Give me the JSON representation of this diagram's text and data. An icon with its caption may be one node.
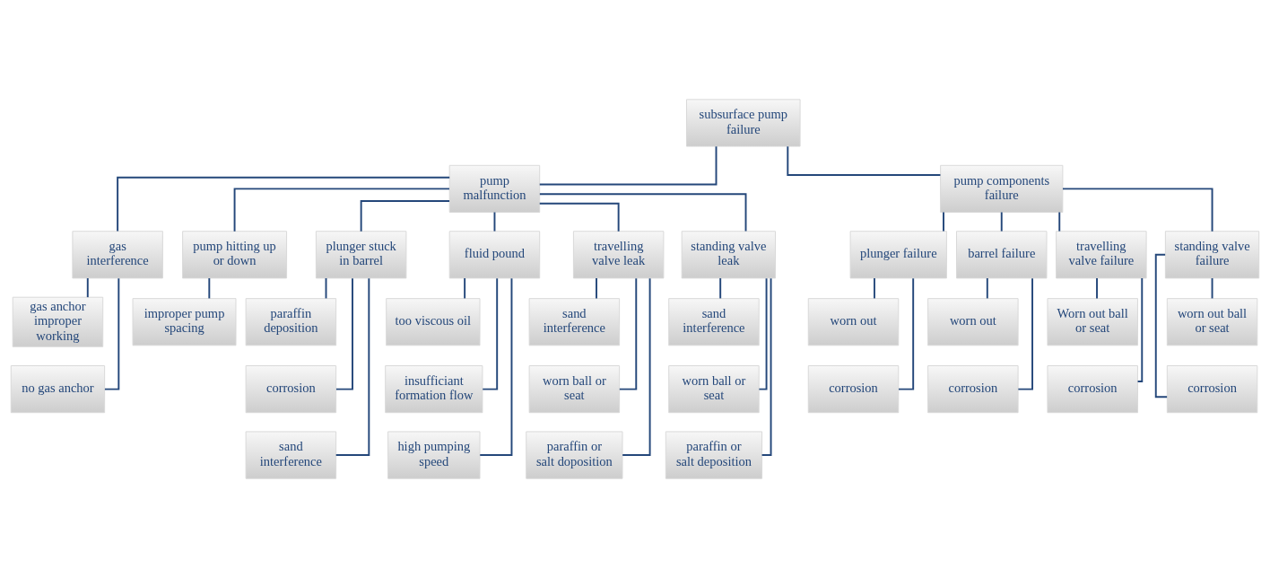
{
  "diagram": {
    "nodes": [
      {
        "text": [
          "subsurface pump failure"
        ]
      },
      {
        "text": [
          "pump malfunction"
        ]
      },
      {
        "text": [
          "pump components failure"
        ]
      },
      {
        "text": [
          "gas interference"
        ]
      },
      {
        "text": [
          "pump hitting up or down"
        ]
      },
      {
        "text": [
          "plunger stuck in barrel"
        ]
      },
      {
        "text": [
          "fluid pound"
        ]
      },
      {
        "text": [
          "travelling valve leak"
        ]
      },
      {
        "text": [
          "standing valve leak"
        ]
      },
      {
        "text": [
          "plunger failure"
        ]
      },
      {
        "text": [
          "barrel failure"
        ]
      },
      {
        "text": [
          "travelling valve failure"
        ]
      },
      {
        "text": [
          "standing valve failure"
        ]
      },
      {
        "text": [
          "gas anchor improper working"
        ]
      },
      {
        "text": [
          "no gas anchor"
        ]
      },
      {
        "text": [
          "improper pump spacing"
        ]
      },
      {
        "text": [
          "paraffin deposition"
        ]
      },
      {
        "text": [
          "corrosion"
        ]
      },
      {
        "text": [
          "sand interference"
        ]
      },
      {
        "text": [
          "too viscous oil"
        ]
      },
      {
        "text": [
          "insufficiant formation flow"
        ]
      },
      {
        "text": [
          "high pumping speed"
        ]
      },
      {
        "text": [
          "sand interference"
        ]
      },
      {
        "text": [
          "worn ball or seat"
        ]
      },
      {
        "text": [
          "paraffin or salt doposition"
        ]
      },
      {
        "text": [
          "sand interference"
        ]
      },
      {
        "text": [
          "worn ball or seat"
        ]
      },
      {
        "text": [
          "paraffin or salt deposition"
        ]
      },
      {
        "text": [
          "worn out"
        ]
      },
      {
        "text": [
          "corrosion"
        ]
      },
      {
        "text": [
          "worn out"
        ]
      },
      {
        "text": [
          "corrosion"
        ]
      },
      {
        "text": [
          "Worn out ball or seat"
        ]
      },
      {
        "text": [
          "corrosion"
        ]
      },
      {
        "text": [
          "worn out ball or seat"
        ]
      },
      {
        "text": [
          "corrosion"
        ]
      }
    ],
    "edges": [
      {
        "from": 0,
        "to": 1,
        "arrow": "none"
      },
      {
        "from": 0,
        "to": 2,
        "arrow": "none"
      },
      {
        "from": 1,
        "to": 3,
        "arrow": "none"
      },
      {
        "from": 1,
        "to": 4,
        "arrow": "none"
      },
      {
        "from": 1,
        "to": 5,
        "arrow": "none"
      },
      {
        "from": 1,
        "to": 6,
        "arrow": "none"
      },
      {
        "from": 1,
        "to": 7,
        "arrow": "none"
      },
      {
        "from": 1,
        "to": 8,
        "arrow": "none"
      },
      {
        "from": 2,
        "to": 9,
        "arrow": "none"
      },
      {
        "from": 2,
        "to": 10,
        "arrow": "none"
      },
      {
        "from": 2,
        "to": 11,
        "arrow": "none"
      },
      {
        "from": 2,
        "to": 12,
        "arrow": "none"
      },
      {
        "from": 3,
        "to": 13,
        "arrow": "none"
      },
      {
        "from": 3,
        "to": 14,
        "arrow": "none"
      },
      {
        "from": 4,
        "to": 15,
        "arrow": "none"
      },
      {
        "from": 5,
        "to": 16,
        "arrow": "none"
      },
      {
        "from": 5,
        "to": 17,
        "arrow": "none"
      },
      {
        "from": 5,
        "to": 18,
        "arrow": "none"
      },
      {
        "from": 6,
        "to": 19,
        "arrow": "none"
      },
      {
        "from": 6,
        "to": 20,
        "arrow": "none"
      },
      {
        "from": 6,
        "to": 21,
        "arrow": "none"
      },
      {
        "from": 7,
        "to": 22,
        "arrow": "none"
      },
      {
        "from": 7,
        "to": 23,
        "arrow": "none"
      },
      {
        "from": 7,
        "to": 24,
        "arrow": "none"
      },
      {
        "from": 8,
        "to": 25,
        "arrow": "none"
      },
      {
        "from": 8,
        "to": 26,
        "arrow": "none"
      },
      {
        "from": 8,
        "to": 27,
        "arrow": "none"
      },
      {
        "from": 9,
        "to": 28,
        "arrow": "none"
      },
      {
        "from": 9,
        "to": 29,
        "arrow": "none"
      },
      {
        "from": 10,
        "to": 30,
        "arrow": "none"
      },
      {
        "from": 10,
        "to": 31,
        "arrow": "none"
      },
      {
        "from": 11,
        "to": 32,
        "arrow": "none"
      },
      {
        "from": 11,
        "to": 33,
        "arrow": "none"
      },
      {
        "from": 12,
        "to": 34,
        "arrow": "none"
      },
      {
        "from": 12,
        "to": 35,
        "arrow": "none"
      }
    ]
  }
}
